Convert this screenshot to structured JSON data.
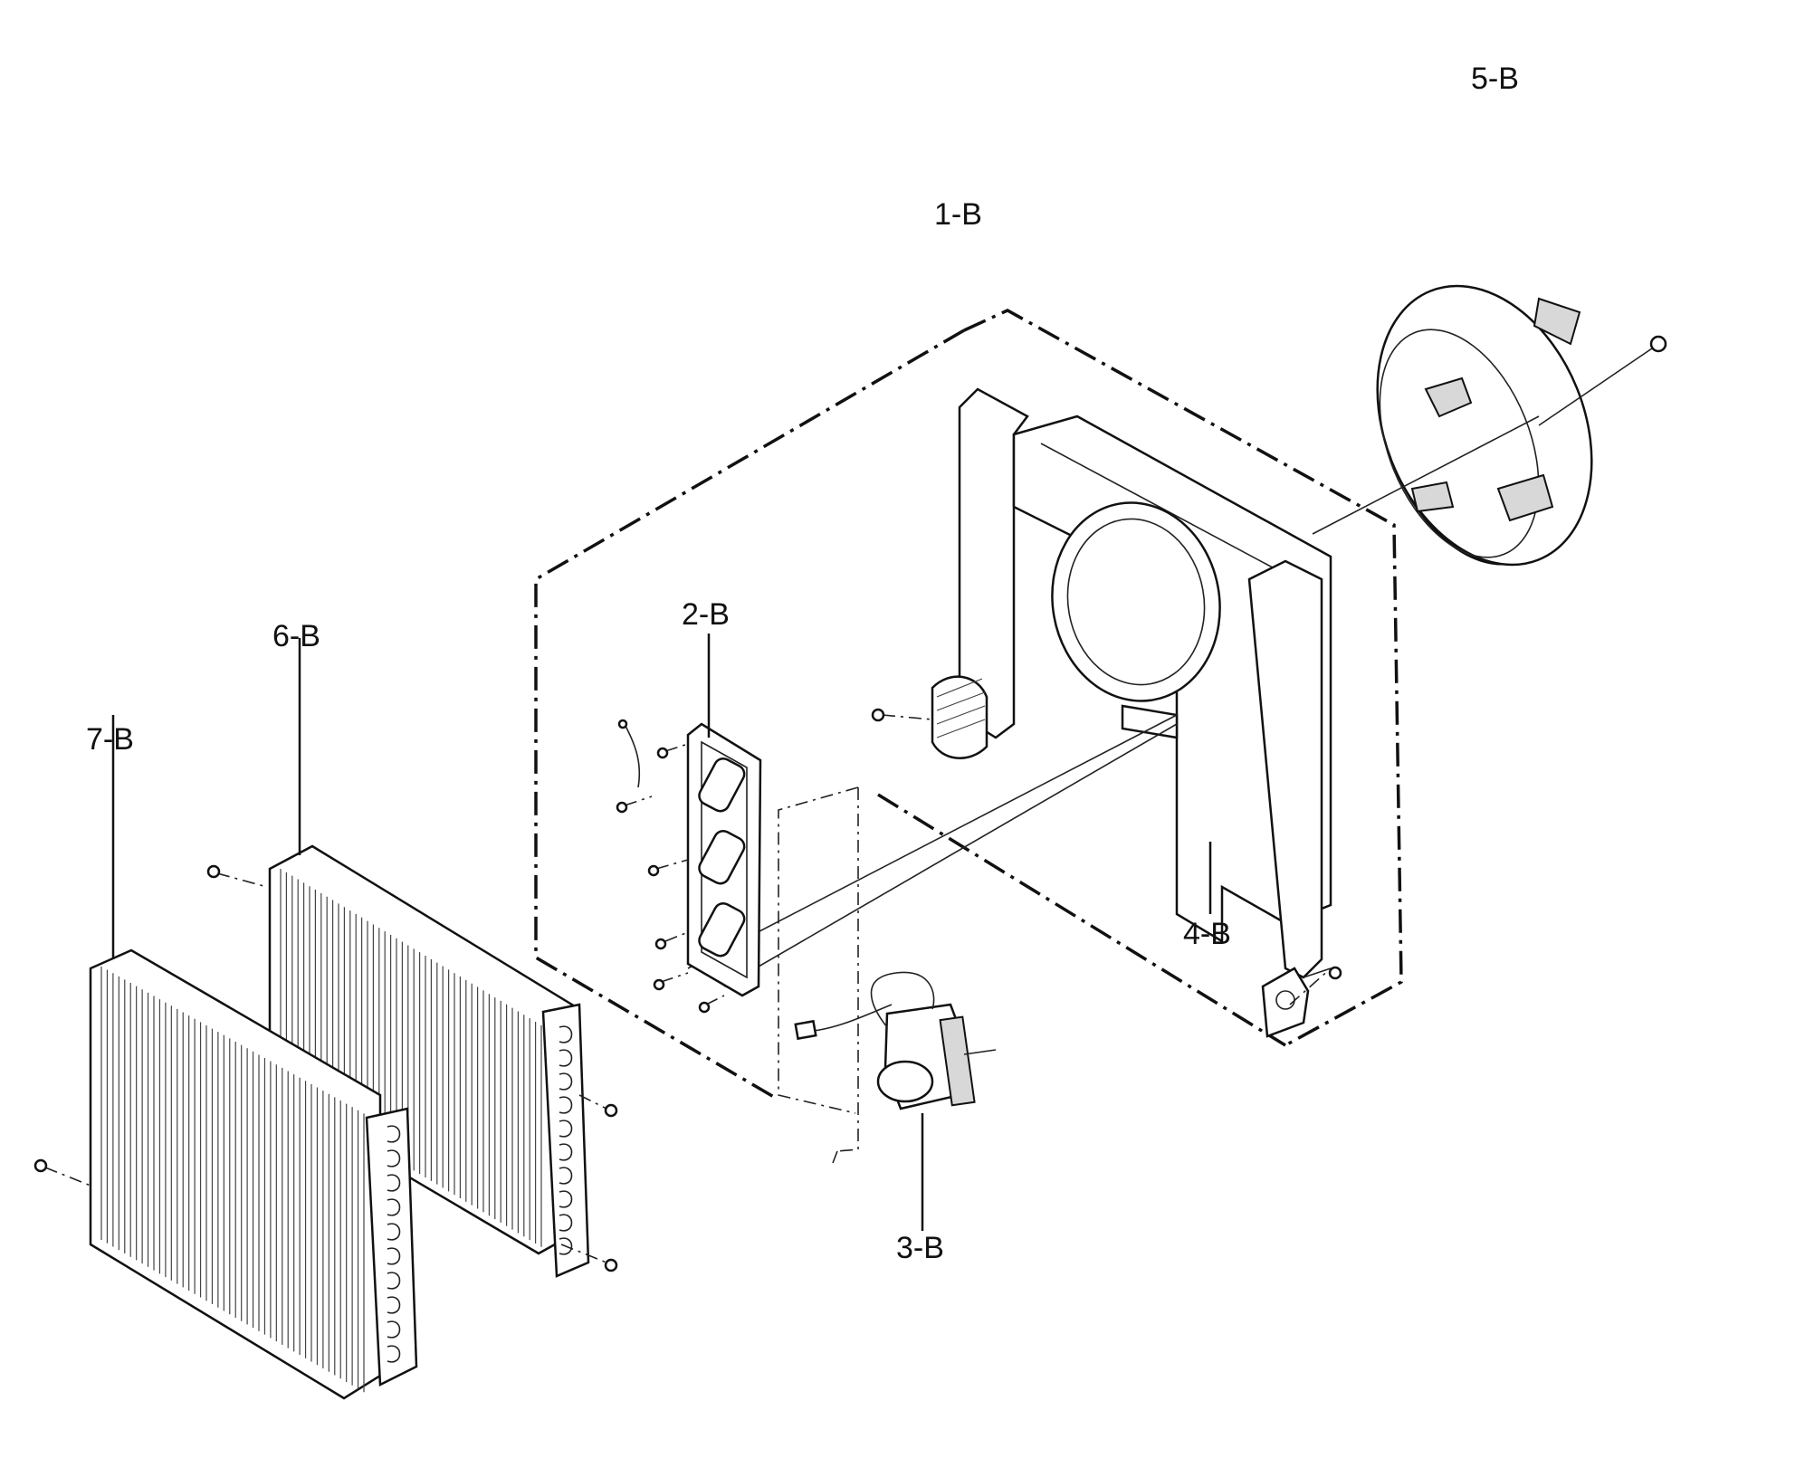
{
  "labels": {
    "part_1b": "1-B",
    "part_2b": "2-B",
    "part_3b": "3-B",
    "part_4b": "4-B",
    "part_5b": "5-B",
    "part_6b": "6-B",
    "part_7b": "7-B"
  }
}
